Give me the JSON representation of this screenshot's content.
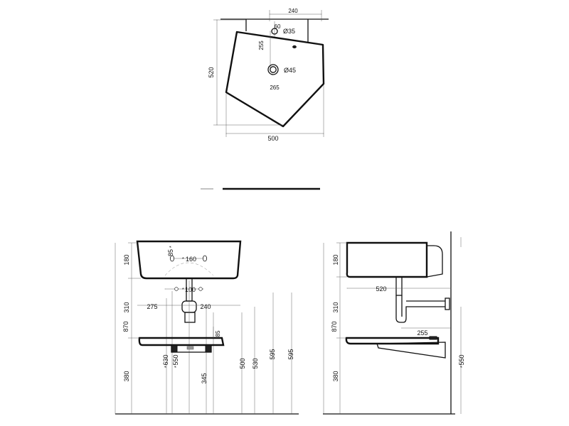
{
  "top_view": {
    "width": "500",
    "depth": "520",
    "bracket_width": "240",
    "tap_offset": "60",
    "tap_hole": "Ø35",
    "tap_depth": "255",
    "drain_hole": "Ø45",
    "drain_offset": "265"
  },
  "front_view": {
    "basin_height": "180",
    "trap_height": "310",
    "shelf_height": "380",
    "total_height": "870",
    "tap_rise": "85",
    "fixing_spacing": "160",
    "siphon_spacing": "100",
    "left_offset": "275",
    "right_offset": "240",
    "shelf_gap": "85",
    "dim_630": "630",
    "dim_550": "550",
    "dim_345": "345",
    "dim_500": "500",
    "dim_530": "530",
    "dim_595_a": "595",
    "dim_595_b": "595",
    "ref_mark_630": "*",
    "ref_mark_550": "*",
    "ref_mark_85": "*",
    "ref_mark_160": "*",
    "ref_mark_100": "*"
  },
  "side_view": {
    "basin_height": "180",
    "trap_height": "310",
    "shelf_height": "380",
    "total_height": "870",
    "projection": "520",
    "trap_projection": "255",
    "bracket_height": "550",
    "ref_mark_550": "*"
  },
  "colors": {
    "ink": "#111111",
    "dim_line": "#555555",
    "fill_gray": "#9a9a9a"
  }
}
